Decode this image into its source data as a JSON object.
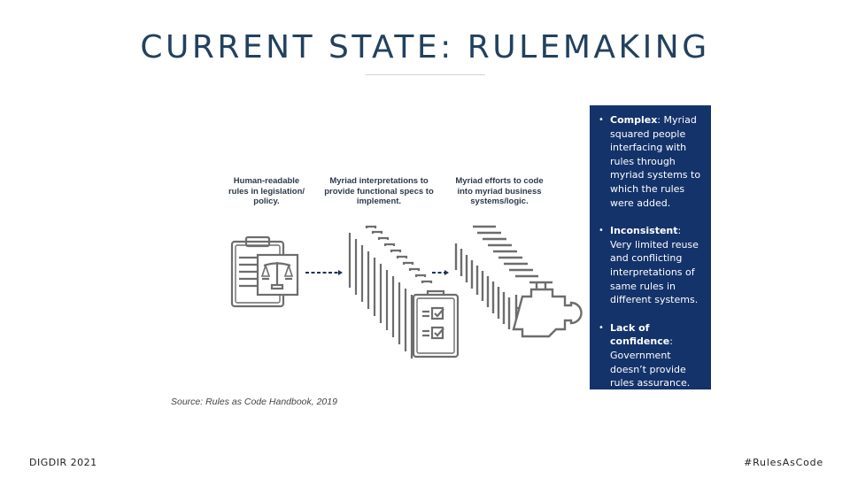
{
  "slide": {
    "title": "CURRENT STATE: RULEMAKING",
    "footer_left": "DIGDIR 2021",
    "footer_right": "#RulesAsCode",
    "source": "Source: Rules as Code Handbook, 2019"
  },
  "diagram": {
    "stages": [
      {
        "caption_lines": [
          "Human-readable",
          "rules in legislation/",
          "policy."
        ],
        "icon": "clipboard-scales-icon"
      },
      {
        "caption_lines": [
          "Myriad interpretations to",
          "provide functional specs to",
          "implement."
        ],
        "icon": "clipboard-checklist-stack-icon"
      },
      {
        "caption_lines": [
          "Myriad efforts to code",
          "into myriad business",
          "systems/logic."
        ],
        "icon": "engine-stack-icon"
      }
    ],
    "arrow_color": "#1f3158",
    "icon_color": "#6d6d6d"
  },
  "panel": {
    "background": "#14336b",
    "bullets": [
      {
        "term": "Complex",
        "text": ": Myriad squared people interfacing with rules through myriad systems to which the rules were added."
      },
      {
        "term": "Inconsistent",
        "text": ": Very limited reuse and conflicting interpretations of same rules in different systems."
      },
      {
        "term": "Lack of confidence",
        "text": ": Government doesn’t provide rules assurance."
      }
    ]
  }
}
